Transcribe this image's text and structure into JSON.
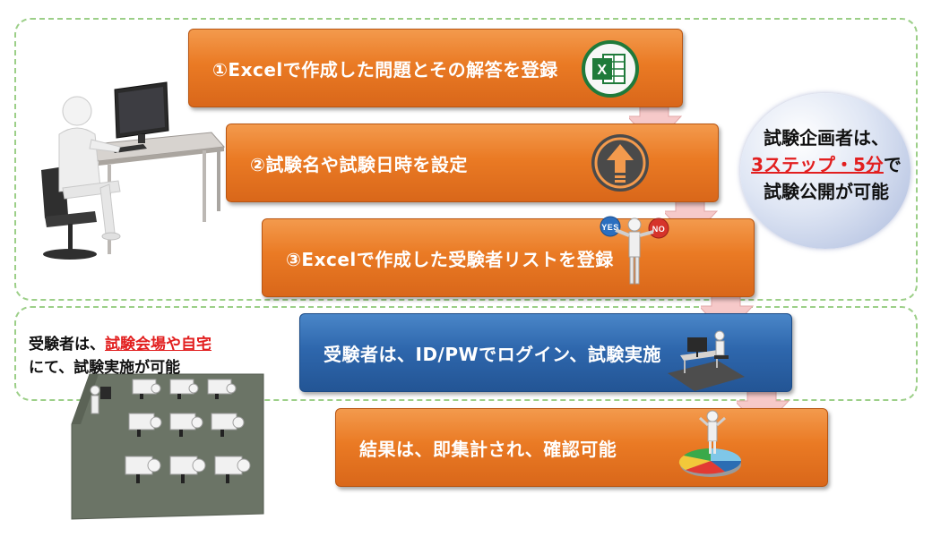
{
  "steps": [
    {
      "label": "①Excelで作成した問題とその解答を登録",
      "color": "orange"
    },
    {
      "label": "②試験名や試験日時を設定",
      "color": "orange"
    },
    {
      "label": "③Excelで作成した受験者リストを登録",
      "color": "orange"
    },
    {
      "label": "受験者は、ID/PWでログイン、試験実施",
      "color": "blue"
    },
    {
      "label": "結果は、即集計され、確認可能",
      "color": "orange"
    }
  ],
  "planner_note": {
    "line1": "試験企画者は、",
    "highlight": "3ステップ・5分",
    "line2_suffix": "で",
    "line3": "試験公開が可能"
  },
  "examinee_note": {
    "prefix": "受験者は、",
    "highlight": "試験会場や自宅",
    "line2": "にて、試験実施が可能"
  },
  "icons": {
    "excel_letter": "X",
    "yes_sign": "YES",
    "no_sign": "NO"
  },
  "colors": {
    "orange": "#ea7a24",
    "blue": "#2e67ad",
    "highlight_red": "#e21f1f",
    "zone_border": "#9ccf88"
  }
}
